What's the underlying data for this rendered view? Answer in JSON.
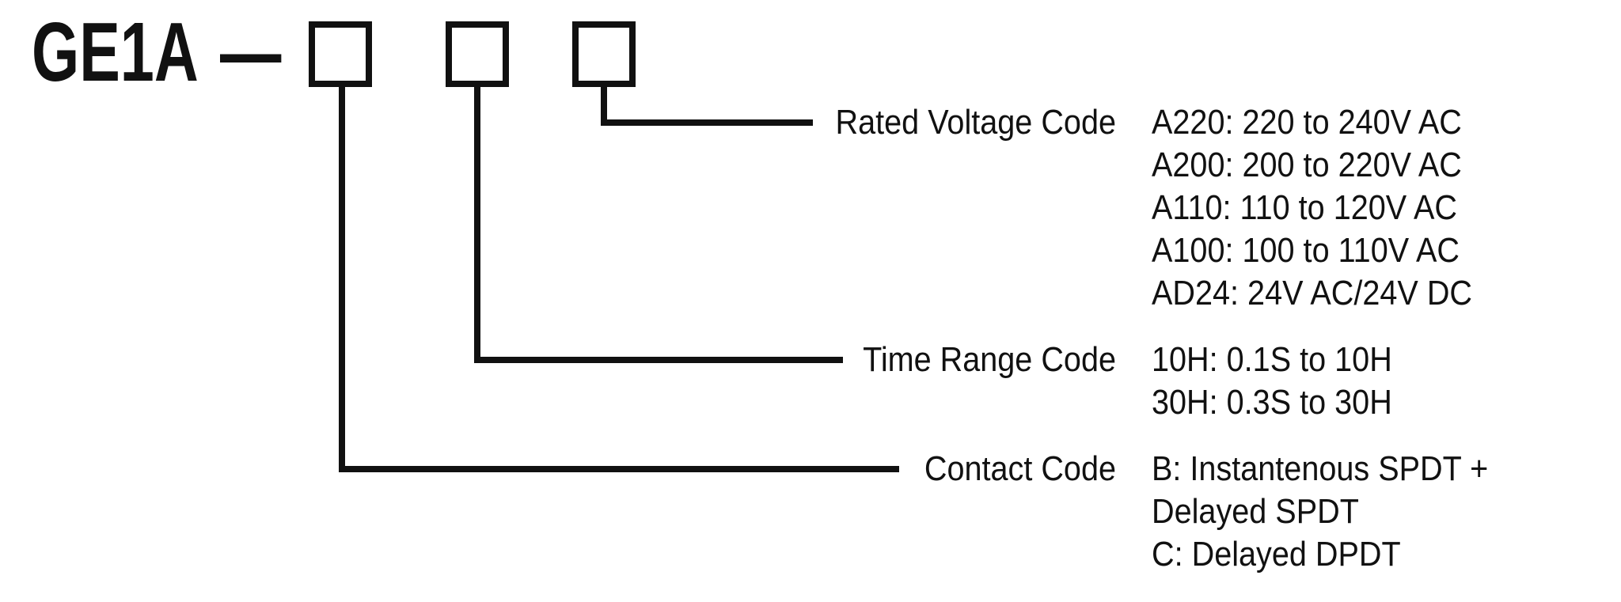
{
  "title": "GE1A",
  "separator": "—",
  "groups": {
    "rated_voltage": {
      "label": "Rated Voltage Code",
      "values": [
        "A220: 220 to 240V AC",
        "A200: 200 to 220V AC",
        "A110: 110 to 120V AC",
        "A100: 100 to 110V AC",
        "AD24: 24V AC/24V DC"
      ]
    },
    "time_range": {
      "label": "Time Range Code",
      "values": [
        "10H: 0.1S to 10H",
        "30H: 0.3S to 30H"
      ]
    },
    "contact": {
      "label": "Contact Code",
      "values": [
        "B: Instantenous SPDT +",
        "Delayed SPDT",
        "C: Delayed DPDT"
      ]
    }
  },
  "colors": {
    "ink": "#111111",
    "background": "#ffffff"
  }
}
